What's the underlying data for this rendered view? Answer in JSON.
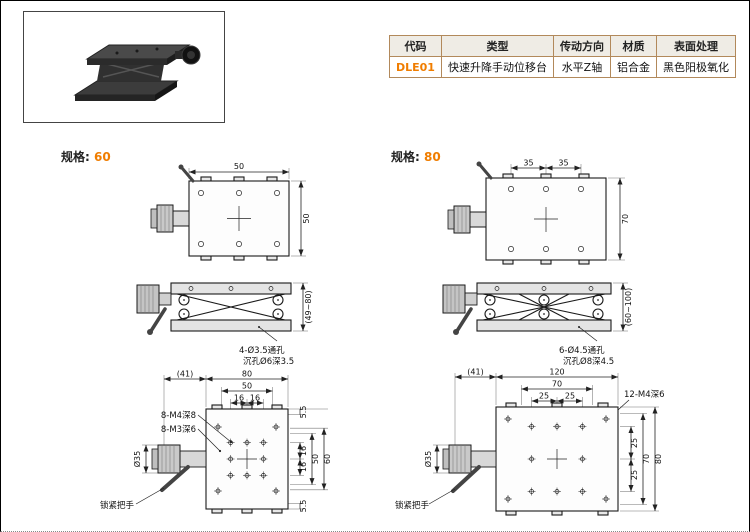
{
  "page": {
    "spec_label": "规格:"
  },
  "colors": {
    "accent": "#f07d00",
    "table_border": "#b2895b"
  },
  "table": {
    "headers": [
      "代码",
      "类型",
      "传动方向",
      "材质",
      "表面处理"
    ],
    "row": [
      "DLE01",
      "快速升降手动位移台",
      "水平Z轴",
      "铝合金",
      "黑色阳极氧化"
    ]
  },
  "spec60": {
    "size": "60",
    "top": {
      "w": "50",
      "h": "50"
    },
    "side": {
      "range": "(49~80)",
      "callout1": "4-Ø3.5通孔",
      "callout2": "沉孔Ø6深3.5"
    },
    "bottom": {
      "offset": "(41)",
      "w": "80",
      "w2": "50",
      "p1": "16",
      "p2": "16",
      "m4": "8-M4深8",
      "m3": "8-M3深6",
      "dia": "Ø35",
      "r1": "16",
      "r2": "16",
      "r3": "50",
      "r4": "60",
      "t1": "5.5",
      "t2": "5.5",
      "handle": "锁紧把手"
    }
  },
  "spec80": {
    "size": "80",
    "top": {
      "w1": "35",
      "w2": "35",
      "h": "70"
    },
    "side": {
      "range": "(60~100)",
      "callout1": "6-Ø4.5通孔",
      "callout2": "沉孔Ø8深4.5"
    },
    "bottom": {
      "offset": "(41)",
      "w": "120",
      "w2": "70",
      "p1": "25",
      "p2": "25",
      "m4": "12-M4深6",
      "dia": "Ø35",
      "r1": "25",
      "r2": "25",
      "r3": "70",
      "r4": "80",
      "handle": "锁紧把手"
    }
  }
}
